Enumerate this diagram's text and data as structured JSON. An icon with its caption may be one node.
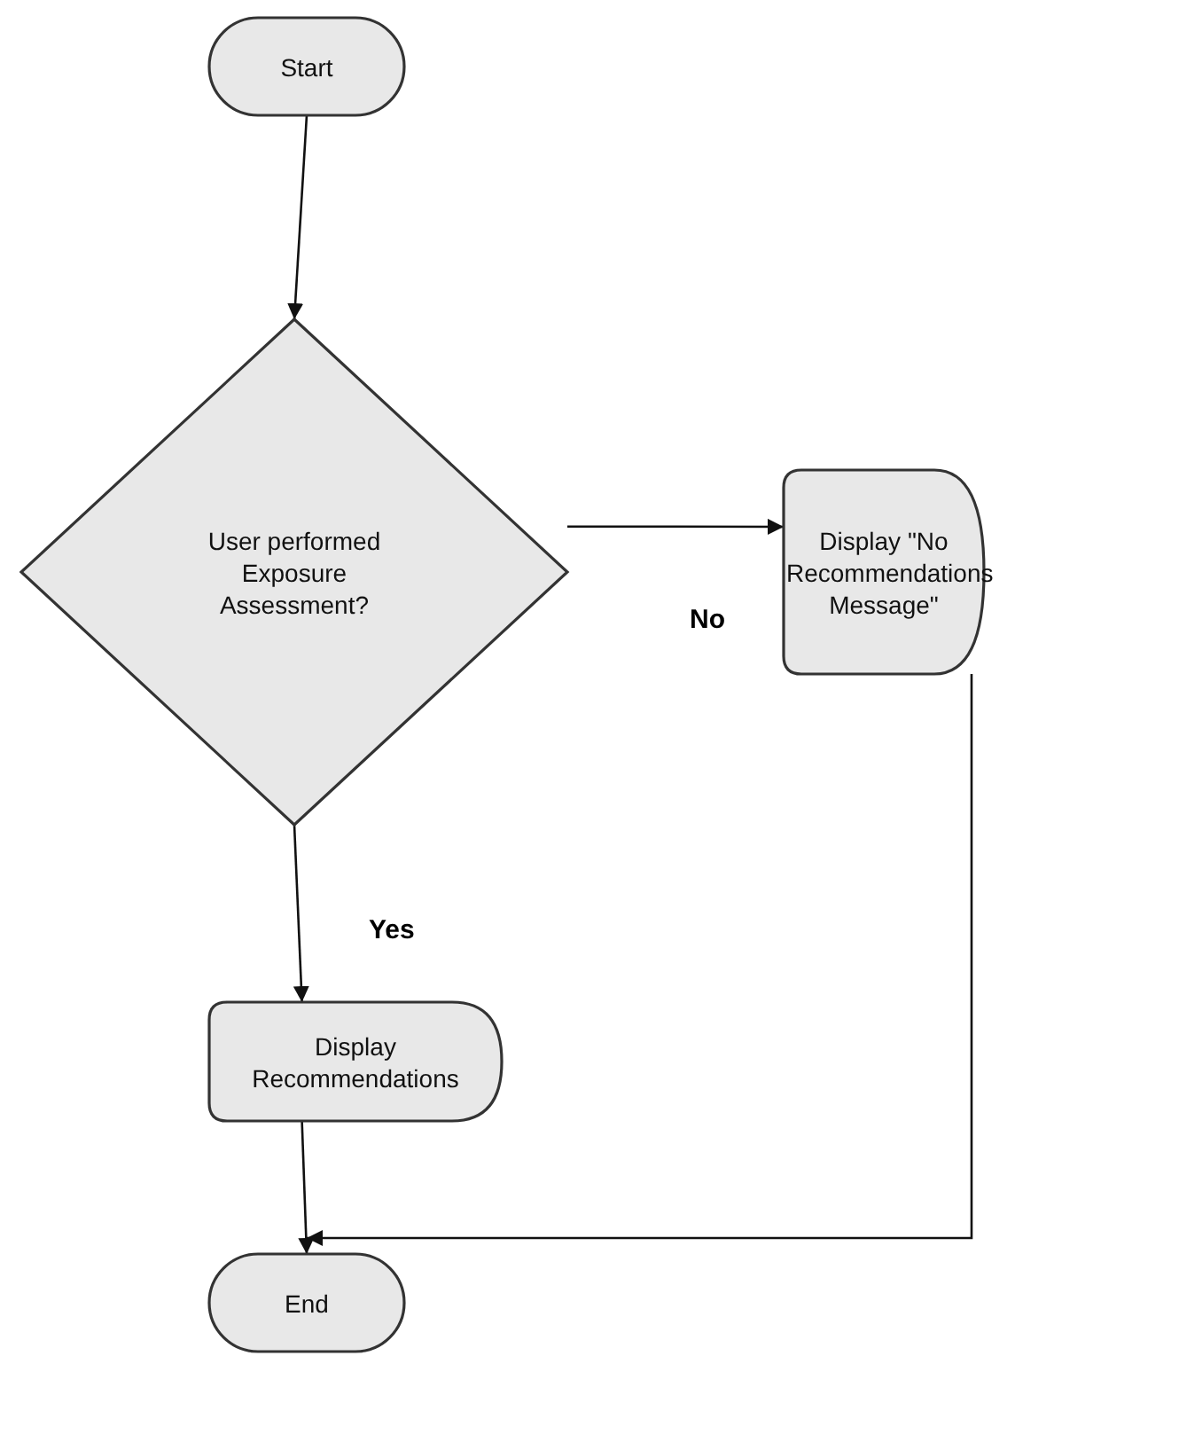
{
  "diagram": {
    "nodes": [
      {
        "text": [
          "Start"
        ]
      },
      {
        "text": [
          "User performed Exposure Assessment?"
        ]
      },
      {
        "text": [
          "Display \"No Recommendations Message\""
        ]
      },
      {
        "text": [
          "Display Recommendations"
        ]
      },
      {
        "text": [
          "End"
        ]
      }
    ],
    "edges": [
      {
        "from": 0,
        "to": 1,
        "arrow": "to"
      },
      {
        "from": 1,
        "to": 2,
        "arrow": "to",
        "label": "No"
      },
      {
        "from": 1,
        "to": 3,
        "arrow": "to",
        "label": "Yes"
      },
      {
        "from": 3,
        "to": 4,
        "arrow": "to"
      },
      {
        "from": 2,
        "to": 4,
        "arrow": "to"
      }
    ]
  }
}
